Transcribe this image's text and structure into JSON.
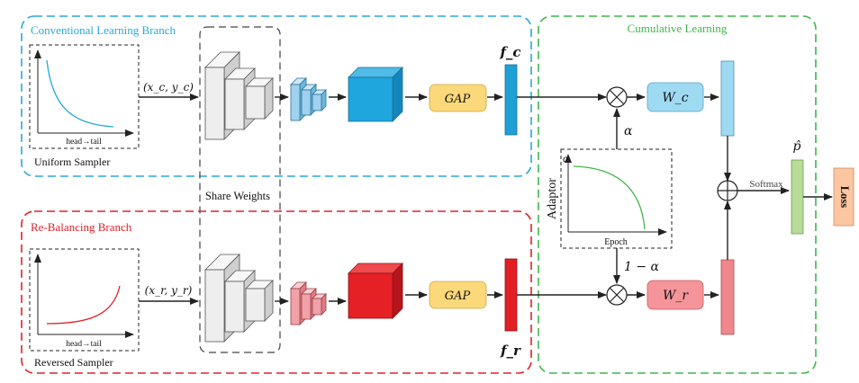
{
  "branches": {
    "conventional": {
      "title": "Conventional Learning Branch",
      "color": "#28a8d8",
      "input": "(x_c, y_c)",
      "sampler": "Uniform Sampler",
      "feature": "f_c",
      "classifier": "W_c",
      "gap": "GAP"
    },
    "rebalancing": {
      "title": "Re-Balancing Branch",
      "color": "#e02228",
      "input": "(x_r, y_r)",
      "sampler": "Reversed Sampler",
      "feature": "f_r",
      "classifier": "W_r",
      "gap": "GAP"
    }
  },
  "share_weights": "Share Weights",
  "head_tail": "head→tail",
  "cumulative": {
    "title": "Cumulative Learning",
    "color": "#3fb54a"
  },
  "adaptor": {
    "label": "Adaptor",
    "x_axis": "Epoch",
    "y_axis": "α",
    "alpha": "α",
    "one_minus_alpha": "1 − α"
  },
  "softmax": "Softmax",
  "p_hat": "p̂",
  "loss": "Loss",
  "colors": {
    "gap_fill": "#fbd87a",
    "wc_fill": "#9fdaf3",
    "wr_fill": "#f5959a",
    "loss_fill": "#fcc6a0",
    "phat_fill": "#b8dc98"
  }
}
